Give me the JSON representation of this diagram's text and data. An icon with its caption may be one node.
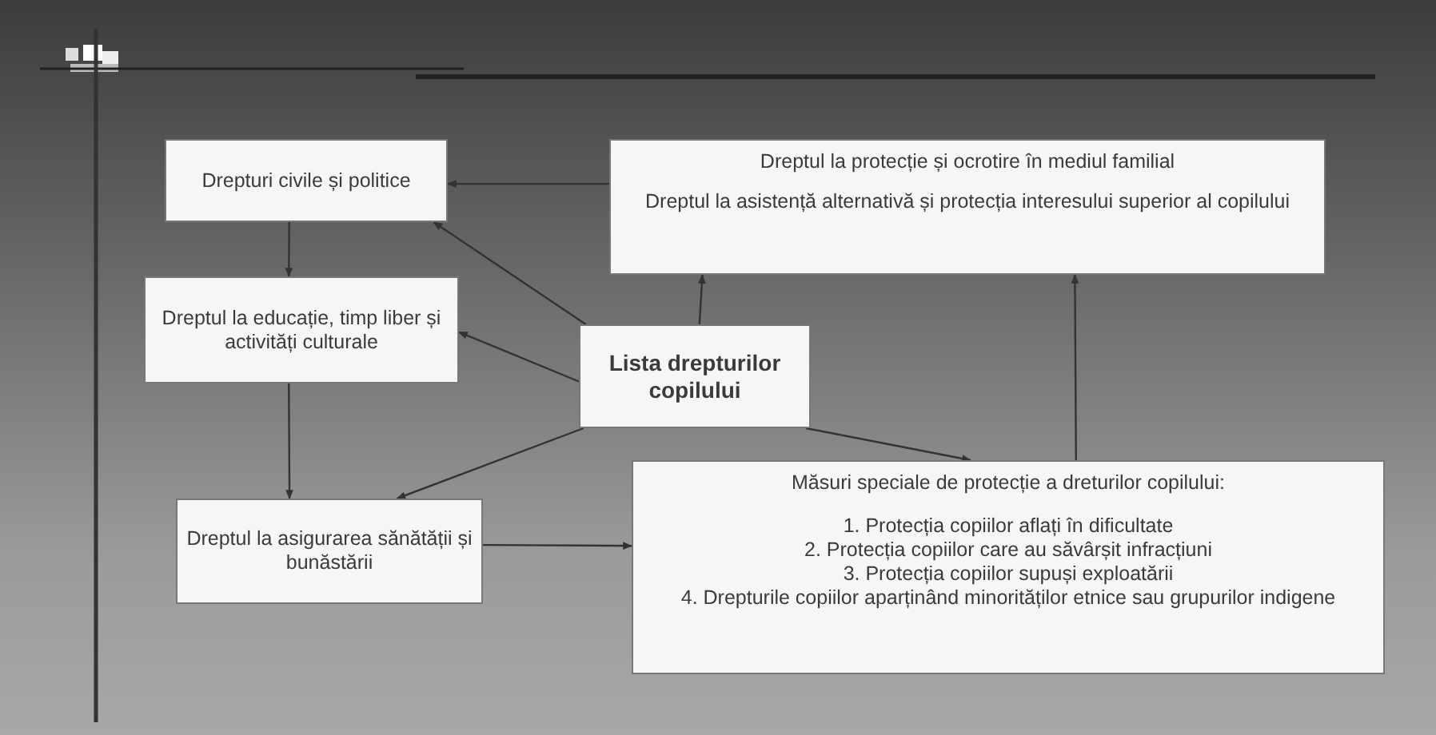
{
  "diagram": {
    "nodes": [
      {
        "text": [
          "Drepturi civile și politice"
        ]
      },
      {
        "text": [
          "Dreptul la protecție și ocrotire în mediul familial",
          "Dreptul la asistență alternativă și protecția interesului superior al copilului"
        ]
      },
      {
        "text": [
          "Dreptul la educație, timp liber și activități culturale"
        ]
      },
      {
        "text": [
          "Lista drepturilor copilului"
        ]
      },
      {
        "text": [
          "Dreptul la asigurarea sănătății și bunăstării"
        ]
      },
      {
        "text": [
          "Măsuri speciale de protecție a dreturilor copilului:",
          "1. Protecția copiilor aflați în dificultate",
          "2. Protecția copiilor care au săvârșit infracțiuni",
          "3. Protecția copiilor supuși exploatării",
          "4. Drepturile copiilor aparținând minorităților etnice sau grupurilor indigene"
        ]
      }
    ],
    "edges": [
      {
        "from": 1,
        "to": 0,
        "arrow": "to"
      },
      {
        "from": 0,
        "to": 2,
        "arrow": "to"
      },
      {
        "from": 3,
        "to": 0,
        "arrow": "to"
      },
      {
        "from": 3,
        "to": 2,
        "arrow": "to"
      },
      {
        "from": 3,
        "to": 1,
        "arrow": "to"
      },
      {
        "from": 3,
        "to": 4,
        "arrow": "to"
      },
      {
        "from": 3,
        "to": 5,
        "arrow": "to"
      },
      {
        "from": 2,
        "to": 4,
        "arrow": "to"
      },
      {
        "from": 4,
        "to": 5,
        "arrow": "to"
      },
      {
        "from": 5,
        "to": 1,
        "arrow": "to"
      }
    ]
  }
}
